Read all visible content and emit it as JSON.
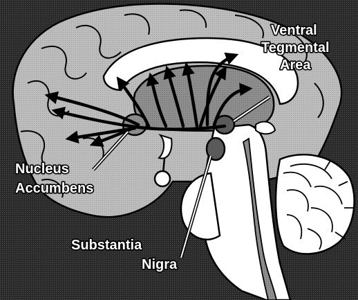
{
  "colors": {
    "background": "#202020",
    "cortex": "#b8b8b8",
    "deep_structure": "#8c8c8c",
    "nucleus": "#5a5a5a",
    "white_matter": "#ffffff",
    "outline": "#000000"
  },
  "labels": {
    "vta_line1": "Ventral",
    "vta_line2": "Tegmental",
    "vta_line3": "Area",
    "nacc_line1": "Nucleus",
    "nacc_line2": "Accumbens",
    "sn_line1": "Substantia",
    "sn_line2": "Nigra"
  }
}
